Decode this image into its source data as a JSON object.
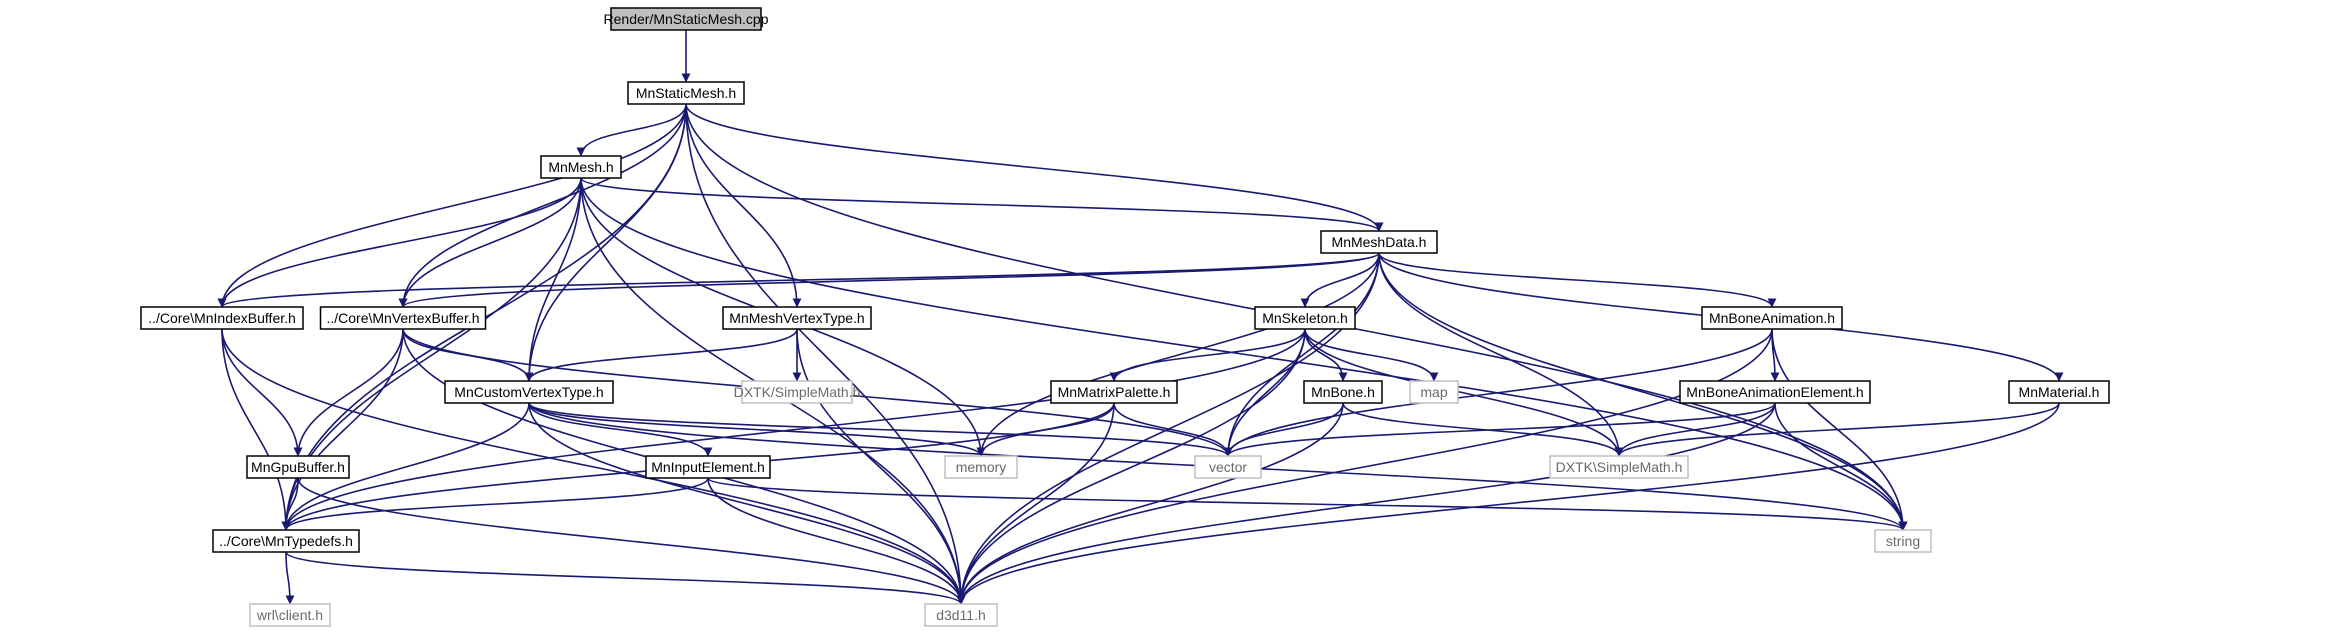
{
  "diagram": {
    "colors": {
      "edge": "#191970",
      "root_fill": "#bfbfbf",
      "node_border": "#000000",
      "external_border": "#bfbfbf",
      "external_text": "#6a6a6a"
    },
    "nodes": [
      {
        "id": "render-mnstaticmesh-cpp",
        "label": "Render/MnStaticMesh.cpp",
        "kind": "root"
      },
      {
        "id": "mnstaticmesh-h",
        "label": "MnStaticMesh.h",
        "kind": "file"
      },
      {
        "id": "mnmesh-h",
        "label": "MnMesh.h",
        "kind": "file"
      },
      {
        "id": "mnmeshdata-h",
        "label": "MnMeshData.h",
        "kind": "file"
      },
      {
        "id": "core-mnindexbuffer-h",
        "label": "../Core\\MnIndexBuffer.h",
        "kind": "file"
      },
      {
        "id": "core-mnvertexbuffer-h",
        "label": "../Core\\MnVertexBuffer.h",
        "kind": "file"
      },
      {
        "id": "mnmeshvertextype-h",
        "label": "MnMeshVertexType.h",
        "kind": "file"
      },
      {
        "id": "mnskeleton-h",
        "label": "MnSkeleton.h",
        "kind": "file"
      },
      {
        "id": "mnboneanimation-h",
        "label": "MnBoneAnimation.h",
        "kind": "file"
      },
      {
        "id": "mncustomvertextype-h",
        "label": "MnCustomVertexType.h",
        "kind": "file"
      },
      {
        "id": "dxtk-simplemath-h-a",
        "label": "DXTK/SimpleMath.h",
        "kind": "external"
      },
      {
        "id": "mnmatrixpalette-h",
        "label": "MnMatrixPalette.h",
        "kind": "file"
      },
      {
        "id": "mnbone-h",
        "label": "MnBone.h",
        "kind": "file"
      },
      {
        "id": "map",
        "label": "map",
        "kind": "external"
      },
      {
        "id": "mnboneanimationelement-h",
        "label": "MnBoneAnimationElement.h",
        "kind": "file"
      },
      {
        "id": "mnmaterial-h",
        "label": "MnMaterial.h",
        "kind": "file"
      },
      {
        "id": "mngpubuffer-h",
        "label": "MnGpuBuffer.h",
        "kind": "file"
      },
      {
        "id": "mninputelement-h",
        "label": "MnInputElement.h",
        "kind": "file"
      },
      {
        "id": "memory",
        "label": "memory",
        "kind": "external"
      },
      {
        "id": "vector",
        "label": "vector",
        "kind": "external"
      },
      {
        "id": "dxtk-simplemath-h-b",
        "label": "DXTK\\SimpleMath.h",
        "kind": "external"
      },
      {
        "id": "core-mntypedefs-h",
        "label": "../Core\\MnTypedefs.h",
        "kind": "file"
      },
      {
        "id": "string",
        "label": "string",
        "kind": "external"
      },
      {
        "id": "wrl-client-h",
        "label": "wrl\\client.h",
        "kind": "external"
      },
      {
        "id": "d3d11-h",
        "label": "d3d11.h",
        "kind": "external"
      }
    ],
    "edges": [
      [
        "render-mnstaticmesh-cpp",
        "mnstaticmesh-h"
      ],
      [
        "mnstaticmesh-h",
        "mnmesh-h"
      ],
      [
        "mnstaticmesh-h",
        "mnmeshdata-h"
      ],
      [
        "mnstaticmesh-h",
        "core-mnindexbuffer-h"
      ],
      [
        "mnstaticmesh-h",
        "core-mnvertexbuffer-h"
      ],
      [
        "mnstaticmesh-h",
        "mnmeshvertextype-h"
      ],
      [
        "mnstaticmesh-h",
        "mncustomvertextype-h"
      ],
      [
        "mnstaticmesh-h",
        "core-mntypedefs-h"
      ],
      [
        "mnstaticmesh-h",
        "string"
      ],
      [
        "mnstaticmesh-h",
        "d3d11-h"
      ],
      [
        "mnmesh-h",
        "mnmeshdata-h"
      ],
      [
        "mnmesh-h",
        "core-mnindexbuffer-h"
      ],
      [
        "mnmesh-h",
        "core-mnvertexbuffer-h"
      ],
      [
        "mnmesh-h",
        "mncustomvertextype-h"
      ],
      [
        "mnmesh-h",
        "memory"
      ],
      [
        "mnmesh-h",
        "core-mntypedefs-h"
      ],
      [
        "mnmesh-h",
        "string"
      ],
      [
        "mnmesh-h",
        "d3d11-h"
      ],
      [
        "mnmeshdata-h",
        "core-mnindexbuffer-h"
      ],
      [
        "mnmeshdata-h",
        "core-mnvertexbuffer-h"
      ],
      [
        "mnmeshdata-h",
        "mnskeleton-h"
      ],
      [
        "mnmeshdata-h",
        "mnboneanimation-h"
      ],
      [
        "mnmeshdata-h",
        "mnmaterial-h"
      ],
      [
        "mnmeshdata-h",
        "memory"
      ],
      [
        "mnmeshdata-h",
        "vector"
      ],
      [
        "mnmeshdata-h",
        "dxtk-simplemath-h-b"
      ],
      [
        "mnmeshdata-h",
        "string"
      ],
      [
        "mnmeshdata-h",
        "d3d11-h"
      ],
      [
        "core-mnindexbuffer-h",
        "mngpubuffer-h"
      ],
      [
        "core-mnindexbuffer-h",
        "core-mntypedefs-h"
      ],
      [
        "core-mnindexbuffer-h",
        "d3d11-h"
      ],
      [
        "core-mnvertexbuffer-h",
        "mngpubuffer-h"
      ],
      [
        "core-mnvertexbuffer-h",
        "mncustomvertextype-h"
      ],
      [
        "core-mnvertexbuffer-h",
        "core-mntypedefs-h"
      ],
      [
        "core-mnvertexbuffer-h",
        "vector"
      ],
      [
        "core-mnvertexbuffer-h",
        "d3d11-h"
      ],
      [
        "mnmeshvertextype-h",
        "mncustomvertextype-h"
      ],
      [
        "mnmeshvertextype-h",
        "dxtk-simplemath-h-a"
      ],
      [
        "mnmeshvertextype-h",
        "d3d11-h"
      ],
      [
        "mnskeleton-h",
        "mnmatrixpalette-h"
      ],
      [
        "mnskeleton-h",
        "mnbone-h"
      ],
      [
        "mnskeleton-h",
        "map"
      ],
      [
        "mnskeleton-h",
        "vector"
      ],
      [
        "mnskeleton-h",
        "dxtk-simplemath-h-b"
      ],
      [
        "mnskeleton-h",
        "core-mntypedefs-h"
      ],
      [
        "mnskeleton-h",
        "d3d11-h"
      ],
      [
        "mnboneanimation-h",
        "mnboneanimationelement-h"
      ],
      [
        "mnboneanimation-h",
        "vector"
      ],
      [
        "mnboneanimation-h",
        "string"
      ],
      [
        "mnboneanimation-h",
        "d3d11-h"
      ],
      [
        "mncustomvertextype-h",
        "mninputelement-h"
      ],
      [
        "mncustomvertextype-h",
        "memory"
      ],
      [
        "mncustomvertextype-h",
        "vector"
      ],
      [
        "mncustomvertextype-h",
        "string"
      ],
      [
        "mncustomvertextype-h",
        "core-mntypedefs-h"
      ],
      [
        "mncustomvertextype-h",
        "d3d11-h"
      ],
      [
        "mnmatrixpalette-h",
        "memory"
      ],
      [
        "mnmatrixpalette-h",
        "vector"
      ],
      [
        "mnmatrixpalette-h",
        "core-mntypedefs-h"
      ],
      [
        "mnmatrixpalette-h",
        "d3d11-h"
      ],
      [
        "mnbone-h",
        "vector"
      ],
      [
        "mnbone-h",
        "dxtk-simplemath-h-b"
      ],
      [
        "mnbone-h",
        "d3d11-h"
      ],
      [
        "mnboneanimationelement-h",
        "vector"
      ],
      [
        "mnboneanimationelement-h",
        "dxtk-simplemath-h-b"
      ],
      [
        "mnboneanimationelement-h",
        "string"
      ],
      [
        "mnboneanimationelement-h",
        "d3d11-h"
      ],
      [
        "mnmaterial-h",
        "dxtk-simplemath-h-b"
      ],
      [
        "mnmaterial-h",
        "d3d11-h"
      ],
      [
        "mngpubuffer-h",
        "core-mntypedefs-h"
      ],
      [
        "mngpubuffer-h",
        "d3d11-h"
      ],
      [
        "mninputelement-h",
        "core-mntypedefs-h"
      ],
      [
        "mninputelement-h",
        "string"
      ],
      [
        "mninputelement-h",
        "d3d11-h"
      ],
      [
        "core-mntypedefs-h",
        "wrl-client-h"
      ],
      [
        "core-mntypedefs-h",
        "d3d11-h"
      ]
    ]
  }
}
